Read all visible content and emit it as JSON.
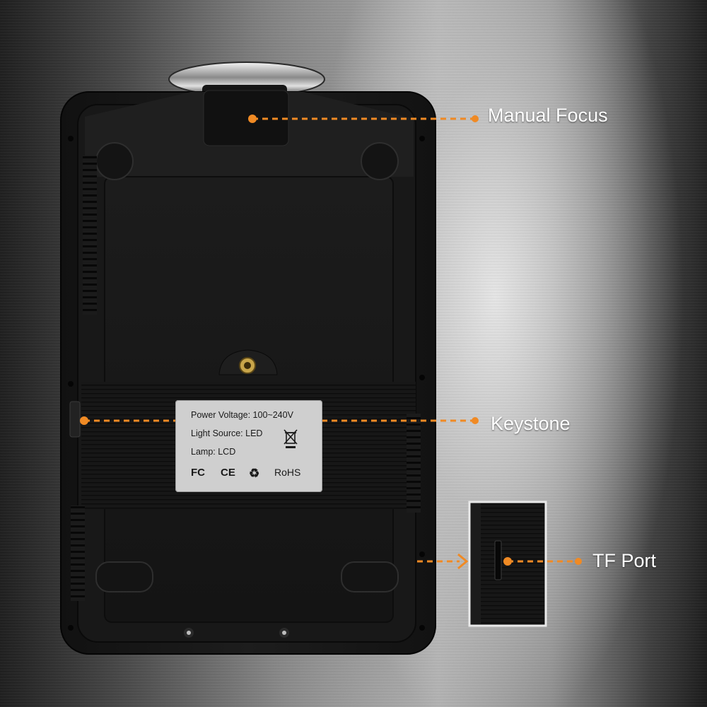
{
  "callouts": {
    "manual_focus": "Manual Focus",
    "keystone": "Keystone",
    "tf_port": "TF Port"
  },
  "spec_label": {
    "power_voltage": "Power Voltage: 100~240V",
    "light_source": "Light Source: LED",
    "lamp": "Lamp: LCD",
    "certifications": [
      "FC",
      "CE",
      "RoHS"
    ]
  },
  "colors": {
    "callout_orange": "#f08a24",
    "device_body": "#1a1a1a",
    "label_background": "#cfcfcf"
  },
  "icons": [
    "weee-bin-icon",
    "recycle-icon"
  ]
}
